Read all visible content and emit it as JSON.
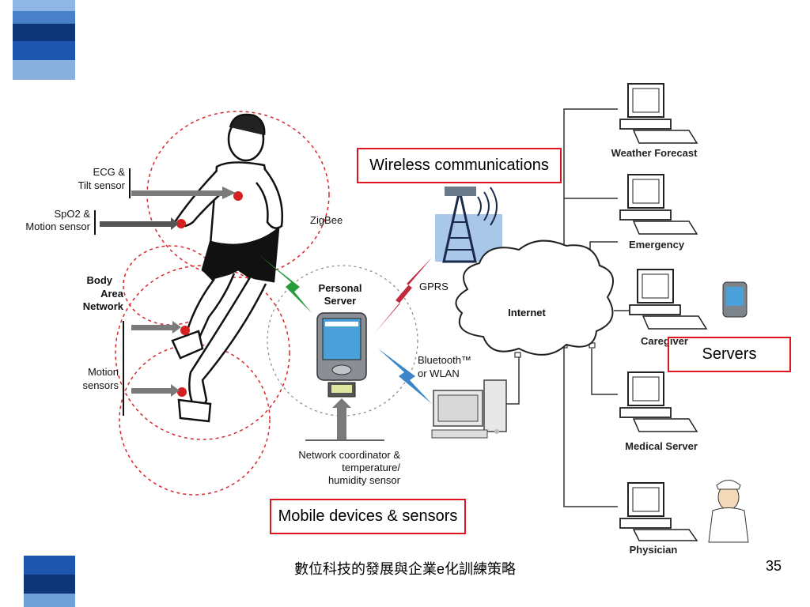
{
  "slide": {
    "footer_title": "數位科技的發展與企業e化訓練策略",
    "page_number": "35"
  },
  "callouts": {
    "wireless": "Wireless communications",
    "servers": "Servers",
    "mobile": "Mobile devices & sensors"
  },
  "body_labels": {
    "ecg_line1": "ECG &",
    "ecg_line2": "Tilt sensor",
    "spo2_line1": "SpO2 &",
    "spo2_line2": "Motion sensor",
    "ban_line1": "Body",
    "ban_line2": "Area",
    "ban_line3": "Network",
    "motion_line1": "Motion",
    "motion_line2": "sensors"
  },
  "network_labels": {
    "zigbee": "ZigBee",
    "personal_server_line1": "Personal",
    "personal_server_line2": "Server",
    "gprs": "GPRS",
    "bluetooth_line1": "Bluetooth™",
    "bluetooth_line2": "or WLAN",
    "internet": "Internet",
    "coord_line1": "Network coordinator &",
    "coord_line2": "temperature/",
    "coord_line3": "humidity sensor"
  },
  "servers": {
    "weather": "Weather Forecast",
    "emergency": "Emergency",
    "caregiver": "Caregiver",
    "medical": "Medical Server",
    "physician": "Physician"
  },
  "colors": {
    "callout_border": "#e0141e",
    "zigbee_bolt": "#2a9b3c",
    "gprs_bolt": "#c4283c",
    "bluetooth_bolt": "#3a86c8",
    "sensor_dot": "#d42020",
    "stripe_dark": "#0b2d6b",
    "stripe_mid": "#3a72c4",
    "stripe_light": "#6fa0d8"
  }
}
